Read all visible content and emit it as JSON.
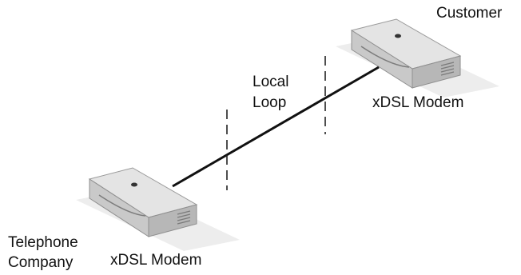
{
  "labels": {
    "customer": "Customer",
    "local_loop_line1": "Local",
    "local_loop_line2": "Loop",
    "customer_modem": "xDSL Modem",
    "telephone_line1": "Telephone",
    "telephone_line2": "Company",
    "telephone_modem": "xDSL Modem"
  },
  "icons": {
    "customer_device": "modem-icon",
    "telephone_device": "modem-icon"
  },
  "colors": {
    "device_body": "#d6d6d6",
    "device_shadow": "#ececec",
    "line": "#111111"
  }
}
